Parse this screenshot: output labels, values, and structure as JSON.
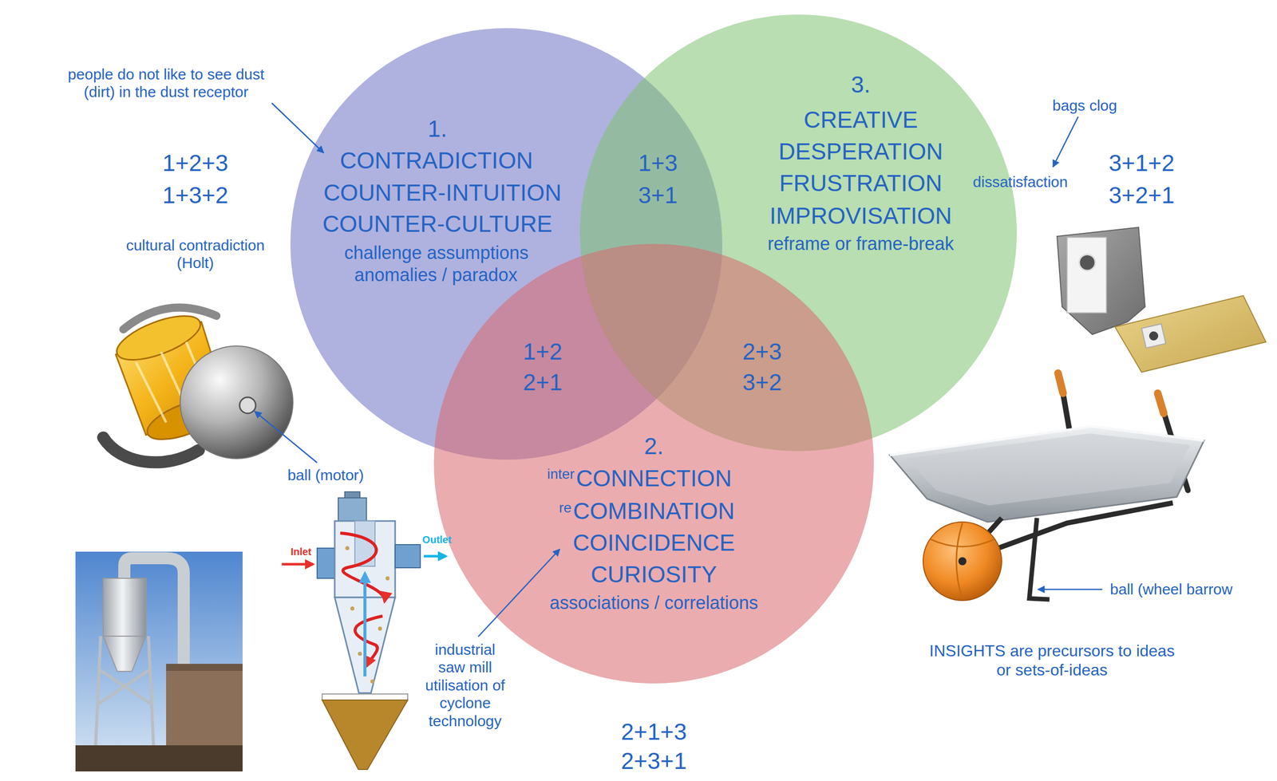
{
  "diagram": {
    "nodes": [
      {
        "text": [
          "1.",
          "CONTRADICTION",
          "COUNTER-INTUITION",
          "COUNTER-CULTURE",
          "challenge assumptions",
          "anomalies / paradox"
        ]
      },
      {
        "text": [
          "3.",
          "CREATIVE",
          "DESPERATION",
          "FRUSTRATION",
          "IMPROVISATION",
          "reframe or frame-break"
        ]
      },
      {
        "text": [
          "2.",
          "inter",
          "CONNECTION",
          "re",
          "COMBINATION",
          "COINCIDENCE",
          "CURIOSITY",
          "associations / correlations"
        ]
      }
    ],
    "labels": [
      "people do not like to see dust (dirt) in the dust receptor",
      "bags clog",
      "1+2+3",
      "1+3+2",
      "1+3",
      "3+1",
      "dissatisfaction",
      "3+1+2",
      "3+2+1",
      "cultural contradiction (Holt)",
      "1+2",
      "2+1",
      "2+3",
      "3+2",
      "ball (motor)",
      "Inlet",
      "Outlet",
      "ball (wheel barrow",
      "INSIGHTS are precursors to ideas or sets-of-ideas",
      "industrial saw mill utilisation of cyclone technology",
      "2+1+3",
      "2+3+1"
    ]
  }
}
